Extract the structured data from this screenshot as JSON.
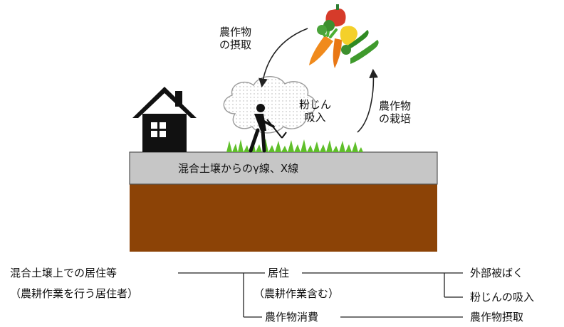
{
  "colors": {
    "gray_layer": "#c6c6c6",
    "soil": "#8c4306",
    "grass": "#5fbf2a",
    "dust_cloud_outline": "#9a9a9a",
    "house": "#111111",
    "arrow": "#222222"
  },
  "illustration": {
    "harvest_label": [
      "農作物",
      "の摂取"
    ],
    "dust_label": [
      "粉じん",
      "吸入"
    ],
    "cultivation_label": [
      "農作物",
      "の栽培"
    ],
    "radiation_label": "混合土壌からのγ線、X線",
    "icons": [
      "house-icon",
      "farmer-icon",
      "vegetables-icon",
      "dust-cloud-icon"
    ]
  },
  "flow": {
    "scenario_title": "混合土壌上での居住等",
    "scenario_subtitle": "（農耕作業を行う居住者）",
    "residence": "居住",
    "residence_note": "（農耕作業含む）",
    "crop_consumption": "農作物消費",
    "external_exposure": "外部被ばく",
    "dust_inhalation": "粉じんの吸入",
    "crop_intake": "農作物摂取"
  }
}
